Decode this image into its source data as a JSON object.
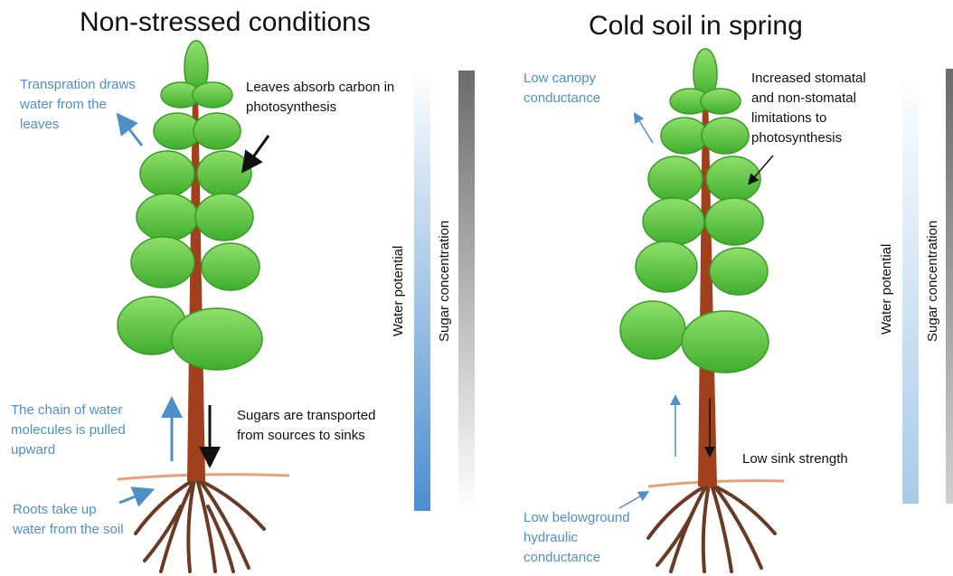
{
  "left": {
    "title": "Non-stressed conditions",
    "labels": {
      "transpiration": "Transpration draws\nwater from the\nleaves",
      "leaves_carbon": "Leaves absorb carbon in\nphotosynthesis",
      "water_chain": "The chain of water\nmolecules is pulled\nupward",
      "sugars_transport": "Sugars are transported\nfrom sources to sinks",
      "roots_uptake": "Roots take up\nwater from the soil"
    },
    "axes": {
      "water_potential": "Water potential",
      "sugar_concentration": "Sugar concentration"
    }
  },
  "right": {
    "title": "Cold soil in spring",
    "labels": {
      "canopy": "Low canopy\nconductance",
      "stomatal": "Increased stomatal\nand non-stomatal\nlimitations to\nphotosynthesis",
      "sink": "Low sink strength",
      "belowground": "Low belowground\nhydraulic\nconductance"
    },
    "axes": {
      "water_potential": "Water potential",
      "sugar_concentration": "Sugar concentration"
    }
  },
  "colors": {
    "annotation_blue": "#4f8fc9",
    "foliage_green": "#5cc640",
    "trunk_brown": "#a0401c",
    "root_brown": "#6b3a25",
    "soil_line": "#e8a07a",
    "water_bar_dark": "#4c8dce",
    "sugar_bar_dark": "#6b6b6b"
  }
}
